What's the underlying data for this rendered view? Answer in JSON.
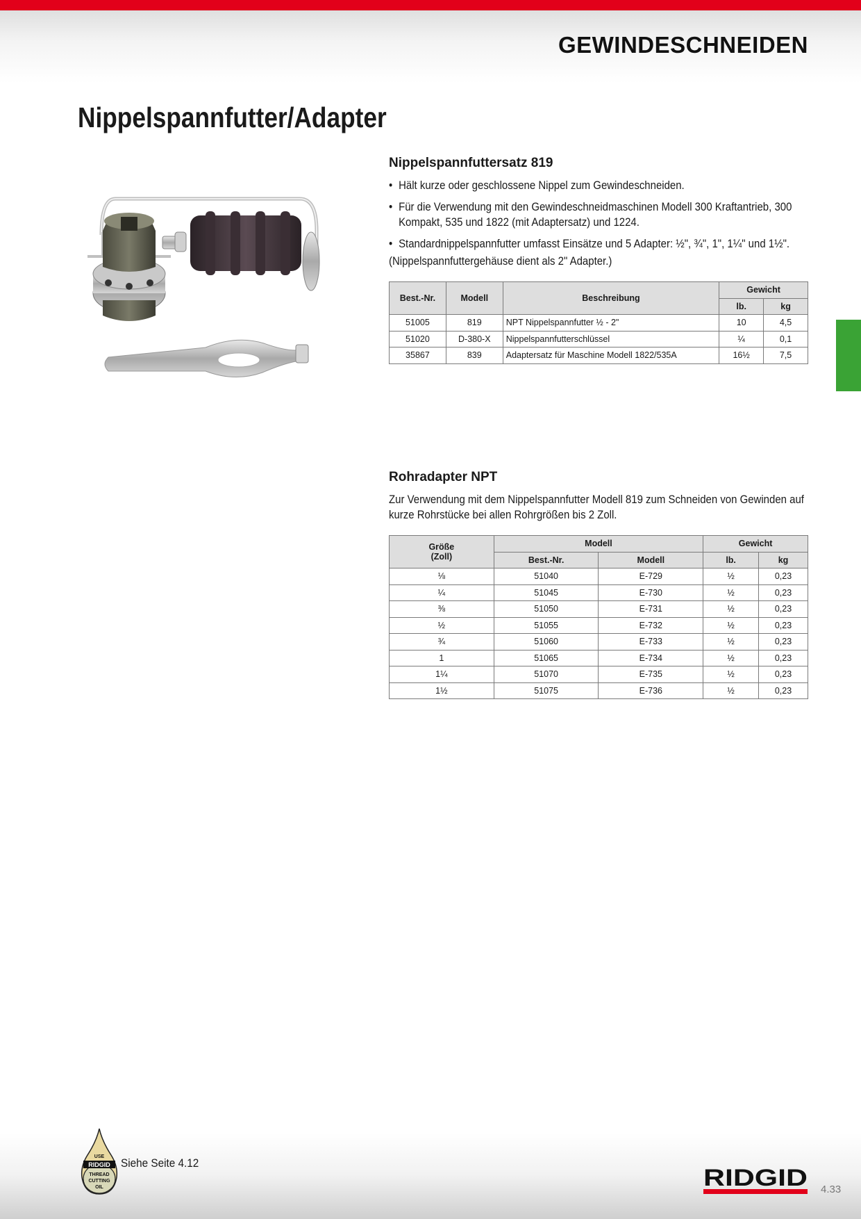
{
  "header": {
    "section_title": "GEWINDESCHNEIDEN",
    "page_title": "Nippelspannfutter/Adapter"
  },
  "colors": {
    "brand_red": "#e2001a",
    "tab_green": "#3aa335",
    "table_header_gray": "#dedede"
  },
  "product1": {
    "title": "Nippelspannfuttersatz 819",
    "bullets": [
      "Hält kurze oder geschlossene Nippel zum Gewindeschneiden.",
      "Für die Verwendung mit den Gewindeschneidmaschinen Modell 300 Kraftantrieb, 300 Kompakt, 535 und 1822 (mit Adaptersatz) und 1224.",
      "Standardnippelspannfutter umfasst Einsätze und 5 Adapter: ½\", ¾\", 1\", 1¼\" und 1½\"."
    ],
    "note": "(Nippelspannfuttergehäuse dient als 2\" Adapter.)",
    "table": {
      "headers": {
        "order_no": "Best.-Nr.",
        "model": "Modell",
        "description": "Beschreibung",
        "weight": "Gewicht",
        "lb": "lb.",
        "kg": "kg"
      },
      "rows": [
        {
          "order_no": "51005",
          "model": "819",
          "description": "NPT Nippelspannfutter ½ - 2\"",
          "lb": "10",
          "kg": "4,5"
        },
        {
          "order_no": "51020",
          "model": "D-380-X",
          "description": "Nippelspannfutterschlüssel",
          "lb": "¼",
          "kg": "0,1"
        },
        {
          "order_no": "35867",
          "model": "839",
          "description": "Adaptersatz für Maschine Modell 1822/535A",
          "lb": "16½",
          "kg": "7,5"
        }
      ]
    }
  },
  "product2": {
    "title": "Rohradapter NPT",
    "intro": "Zur Verwendung mit dem Nippelspannfutter Modell 819 zum Schneiden von Gewinden auf kurze Rohrstücke bei allen Rohrgrößen bis 2 Zoll.",
    "table": {
      "headers": {
        "size_line1": "Größe",
        "size_line2": "(Zoll)",
        "model_group": "Modell",
        "order_no": "Best.-Nr.",
        "model": "Modell",
        "weight": "Gewicht",
        "lb": "lb.",
        "kg": "kg"
      },
      "rows": [
        {
          "size": "⅛",
          "order_no": "51040",
          "model": "E-729",
          "lb": "½",
          "kg": "0,23"
        },
        {
          "size": "¼",
          "order_no": "51045",
          "model": "E-730",
          "lb": "½",
          "kg": "0,23"
        },
        {
          "size": "⅜",
          "order_no": "51050",
          "model": "E-731",
          "lb": "½",
          "kg": "0,23"
        },
        {
          "size": "½",
          "order_no": "51055",
          "model": "E-732",
          "lb": "½",
          "kg": "0,23"
        },
        {
          "size": "¾",
          "order_no": "51060",
          "model": "E-733",
          "lb": "½",
          "kg": "0,23"
        },
        {
          "size": "1",
          "order_no": "51065",
          "model": "E-734",
          "lb": "½",
          "kg": "0,23"
        },
        {
          "size": "1¼",
          "order_no": "51070",
          "model": "E-735",
          "lb": "½",
          "kg": "0,23"
        },
        {
          "size": "1½",
          "order_no": "51075",
          "model": "E-736",
          "lb": "½",
          "kg": "0,23"
        }
      ]
    }
  },
  "footer": {
    "oil_badge": {
      "line1": "USE",
      "brand": "RIDGID",
      "line2": "THREAD",
      "line3": "CUTTING",
      "line4": "OIL"
    },
    "see_page": "Siehe Seite 4.12",
    "logo_text": "RIDGID",
    "page_number": "4.33"
  }
}
